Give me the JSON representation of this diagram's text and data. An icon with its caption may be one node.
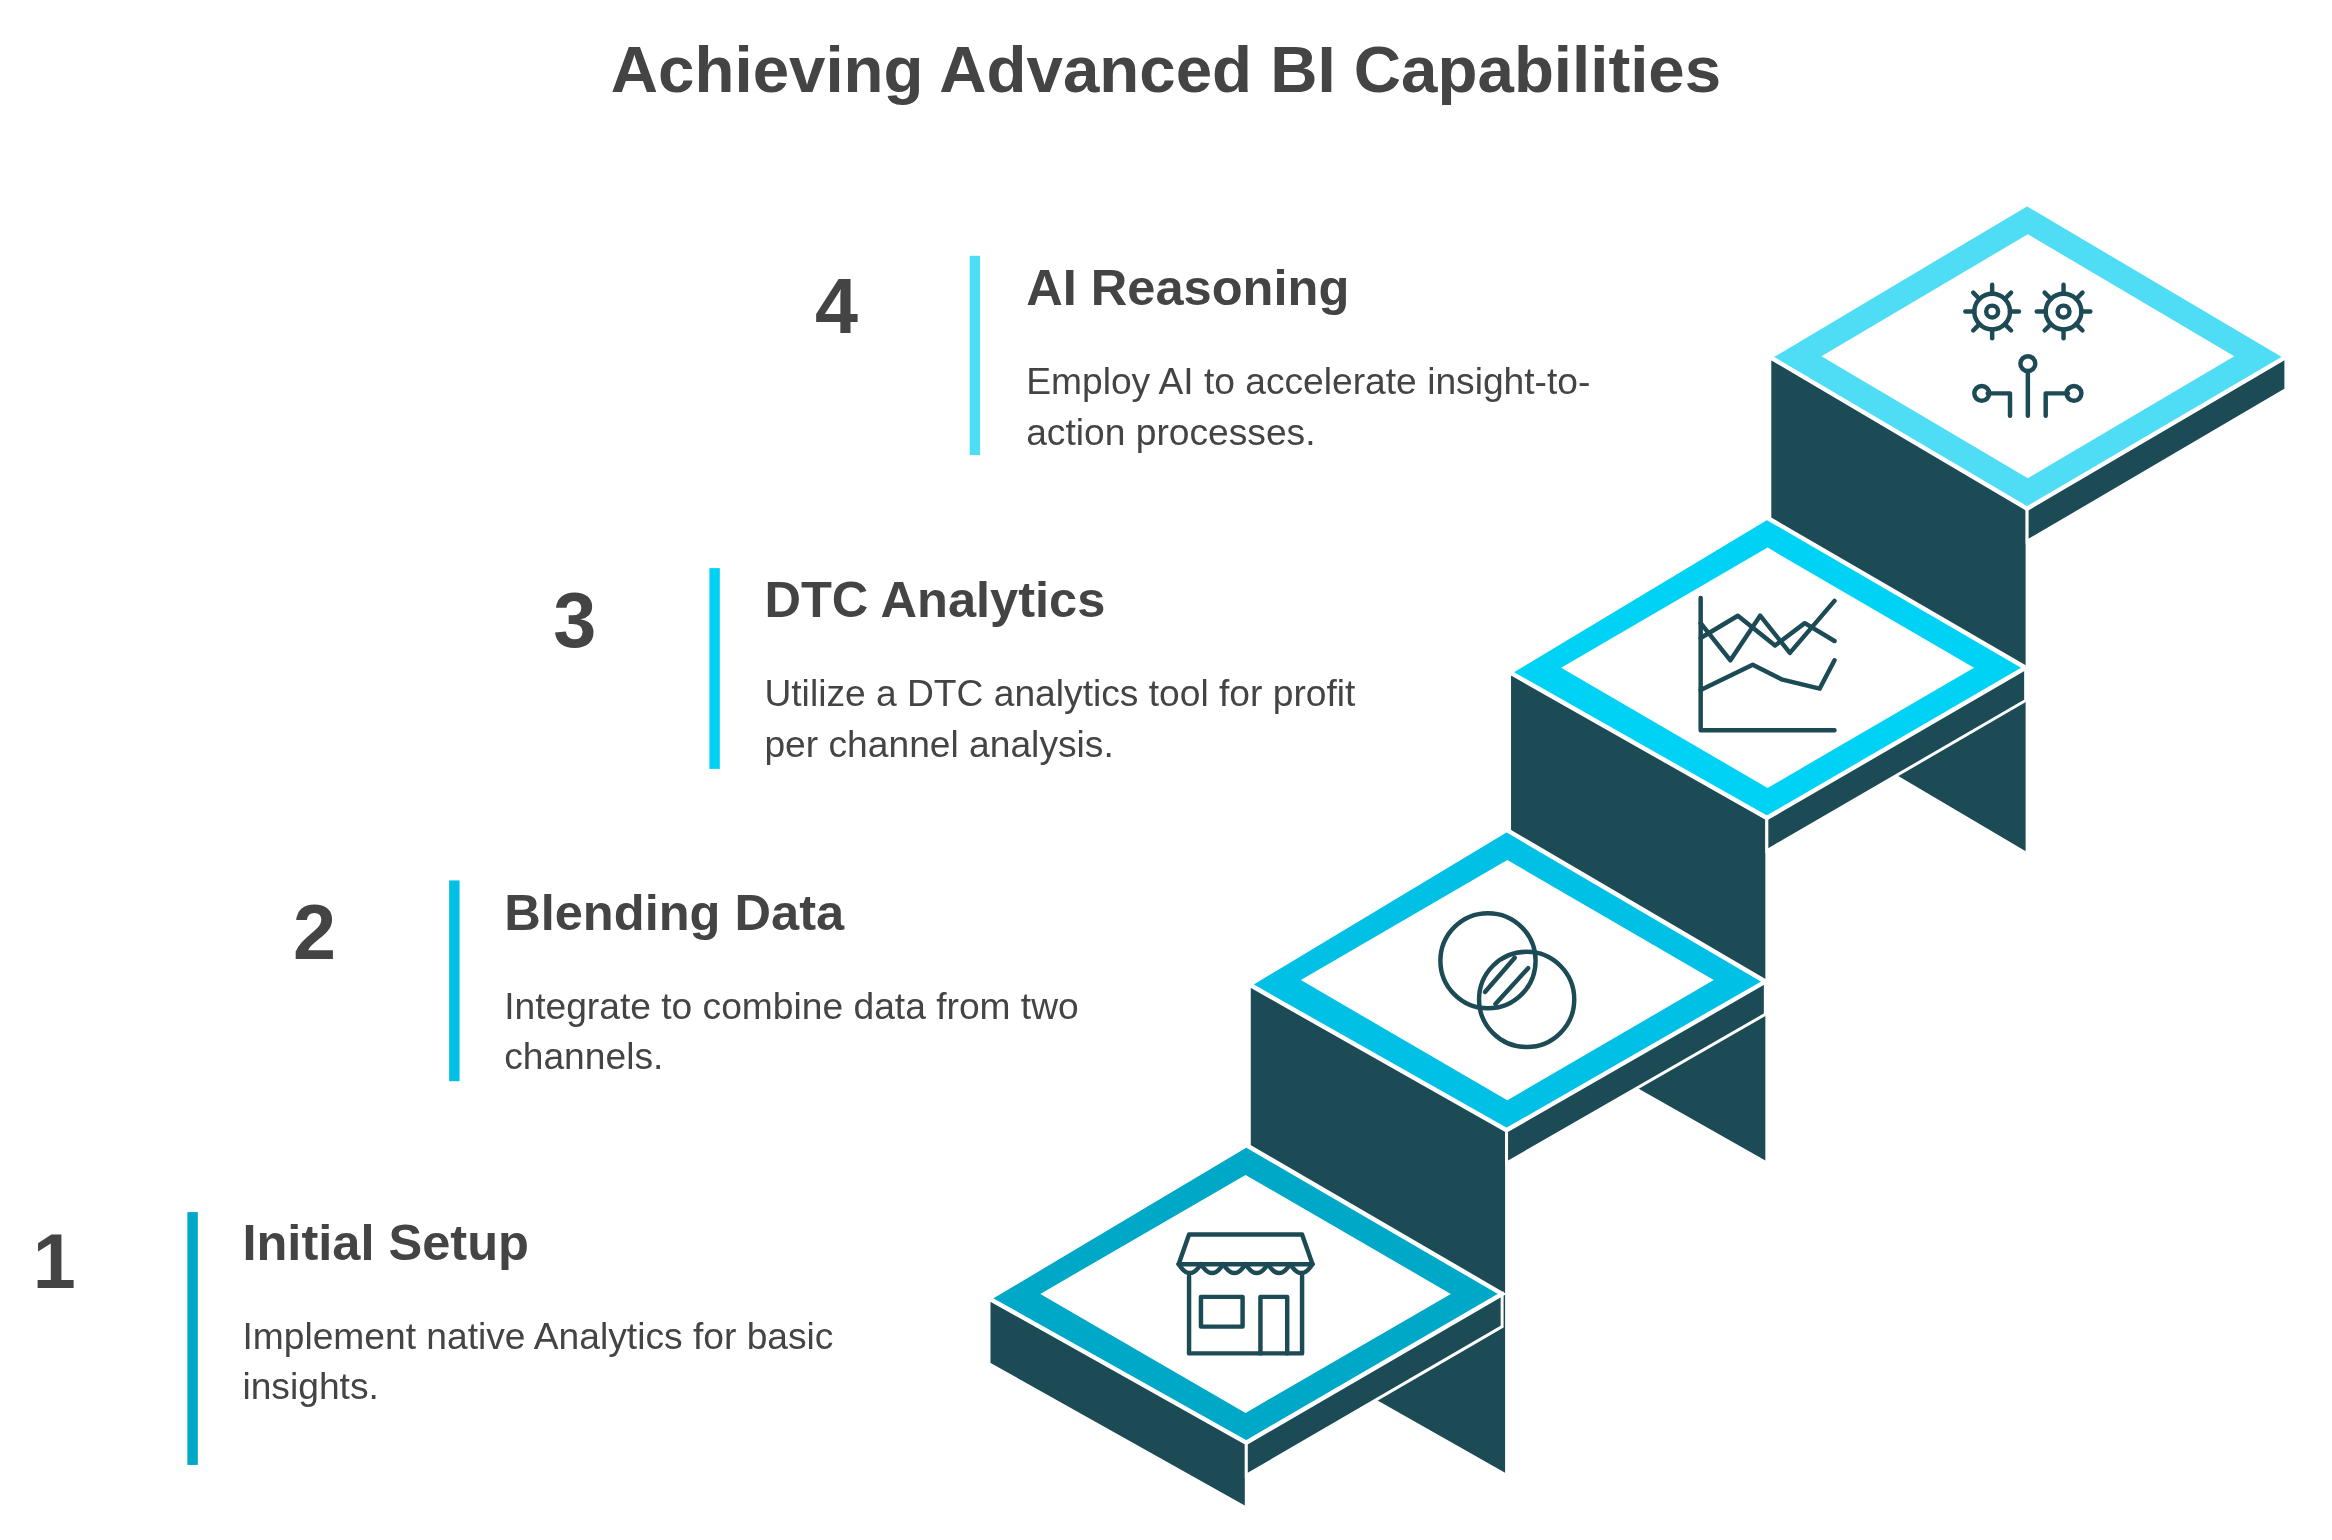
{
  "diagram": {
    "title": "Achieving Advanced BI Capabilities",
    "labels": [
      "4",
      "AI Reasoning",
      "Employ AI to accelerate insight-to-action processes.",
      "3",
      "DTC Analytics",
      "Utilize a DTC analytics tool for profit per channel analysis.",
      "2",
      "Blending Data",
      "Integrate to combine data from two channels.",
      "1",
      "Initial Setup",
      "Implement native Analytics for basic insights."
    ]
  }
}
